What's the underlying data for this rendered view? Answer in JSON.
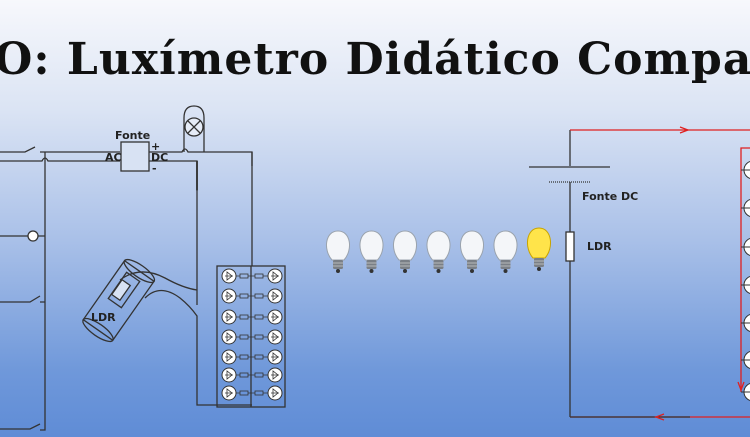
{
  "title": "O: Luxímetro Didático Compa",
  "left_circuit": {
    "power_label": "Fonte",
    "ac_label": "AC",
    "dc_label": "DC",
    "plus": "+",
    "minus": "-",
    "ldr_label": "LDR"
  },
  "right_circuit": {
    "source_label": "Fonte DC",
    "ldr_label": "LDR"
  },
  "bulbs": {
    "count": 7,
    "lit_index": 6
  },
  "colors": {
    "current": "#e02020",
    "wire": "#333333"
  }
}
